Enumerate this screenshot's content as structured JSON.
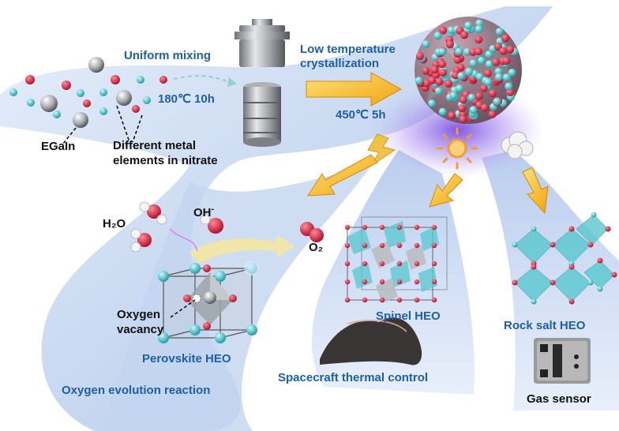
{
  "labels": {
    "uniform_mixing": "Uniform mixing",
    "low_temp_line1": "Low temperature",
    "low_temp_line2": "crystallization",
    "temp_180": "180℃ 10h",
    "temp_450": "450℃ 5h",
    "egain": "EGaIn",
    "diff_metal_line1": "Different metal",
    "diff_metal_line2": "elements in nitrate",
    "h2o": "H₂O",
    "oh": "OH",
    "oh_charge": "-",
    "o2": "O₂",
    "oxygen_vacancy_line1": "Oxygen",
    "oxygen_vacancy_line2": "vacancy",
    "perovskite": "Perovskite HEO",
    "oer": "Oxygen evolution reaction",
    "spinel": "Spinel HEO",
    "spacecraft": "Spacecraft thermal control",
    "rock_salt": "Rock salt HEO",
    "gas_sensor": "Gas sensor"
  },
  "colors": {
    "label_blue": "#1d5fa8",
    "label_black": "#111111",
    "background_band": "#c7d8f0",
    "arrow_yellow": "#f6b81a",
    "oxygen_red": "#d4233d",
    "metal_cyan": "#4cc8cc",
    "metal_grey": "#b5b7ba",
    "octahedron_cyan": "#5cc9cf",
    "glow_purple": "#8d6be2"
  },
  "icons": [
    "autoclave-icon",
    "sun-icon",
    "lightning-icon",
    "cloud-icon",
    "nanosphere-icon",
    "gas-sensor-chip-icon",
    "spacecraft-film-icon"
  ]
}
